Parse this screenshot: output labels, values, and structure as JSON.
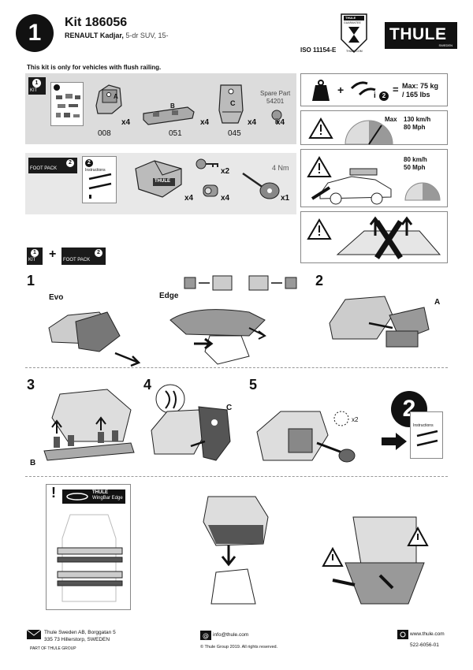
{
  "header": {
    "step_badge": "1",
    "kit_title": "Kit 186056",
    "vehicle_bold": "RENAULT Kadjar,",
    "vehicle_rest": " 5-dr SUV, 15-",
    "iso": "ISO 11154-E",
    "brand_logo": "THULE",
    "brand_sub": "SWEDEN",
    "guarantee_top": "THULE",
    "guarantee_mid": "GUARANTEE",
    "guarantee_bottom": "THULE.COM"
  },
  "notice": "This kit is only for vehicles with flush railing.",
  "kit_box": {
    "badge_num": "1",
    "badge_label": "KIT",
    "parts": [
      {
        "code": "008",
        "qty": "x4"
      },
      {
        "code": "051",
        "qty": "x4"
      },
      {
        "code": "045",
        "qty": "x4"
      },
      {
        "code": "",
        "qty": "x4"
      }
    ],
    "spare_label": "Spare Part",
    "spare_code": "54201",
    "part_letters": [
      "A",
      "B",
      "C"
    ]
  },
  "footpack_box": {
    "badge_num": "2",
    "badge_label": "FOOT PACK",
    "instr_num": "2",
    "instr_label": "Instructions",
    "foot_qty": "x4",
    "key_qty": "x2",
    "lock_qty": "x4",
    "torque": "4 Nm",
    "tool_qty": "x1",
    "foot_logo": "THULE"
  },
  "warnings": {
    "load_max": "Max: 75 kg",
    "load_max2": "/ 165 lbs",
    "load_info_num": "2",
    "speed_max_label": "Max",
    "speed_kmh": "130 km/h",
    "speed_mph": "80 Mph",
    "speed2_kmh": "80 km/h",
    "speed2_mph": "50 Mph"
  },
  "combo": {
    "kit_num": "1",
    "kit_label": "KIT",
    "plus": "+",
    "foot_num": "2",
    "foot_label": "FOOT PACK"
  },
  "steps": {
    "s1": "1",
    "evo": "Evo",
    "edge": "Edge",
    "s2": "2",
    "s2_letter": "A",
    "s3": "3",
    "s3_letter": "B",
    "s4": "4",
    "s4_letter": "C",
    "s5": "5",
    "s5_qty": "x2",
    "next_num": "2",
    "next_instr": "Instructions"
  },
  "wingbar": {
    "exclaim": "!",
    "brand": "THULE",
    "product": "WingBar Edge"
  },
  "footer": {
    "company": "Thule Sweden AB, Borggatan 5",
    "address": "335 73 Hillerstorp, SWEDEN",
    "group": "PART OF THULE GROUP",
    "email": "info@thule.com",
    "copyright": "© Thule Group 2019. All rights reserved.",
    "web": "www.thule.com",
    "doc_number": "522-6056-01"
  }
}
